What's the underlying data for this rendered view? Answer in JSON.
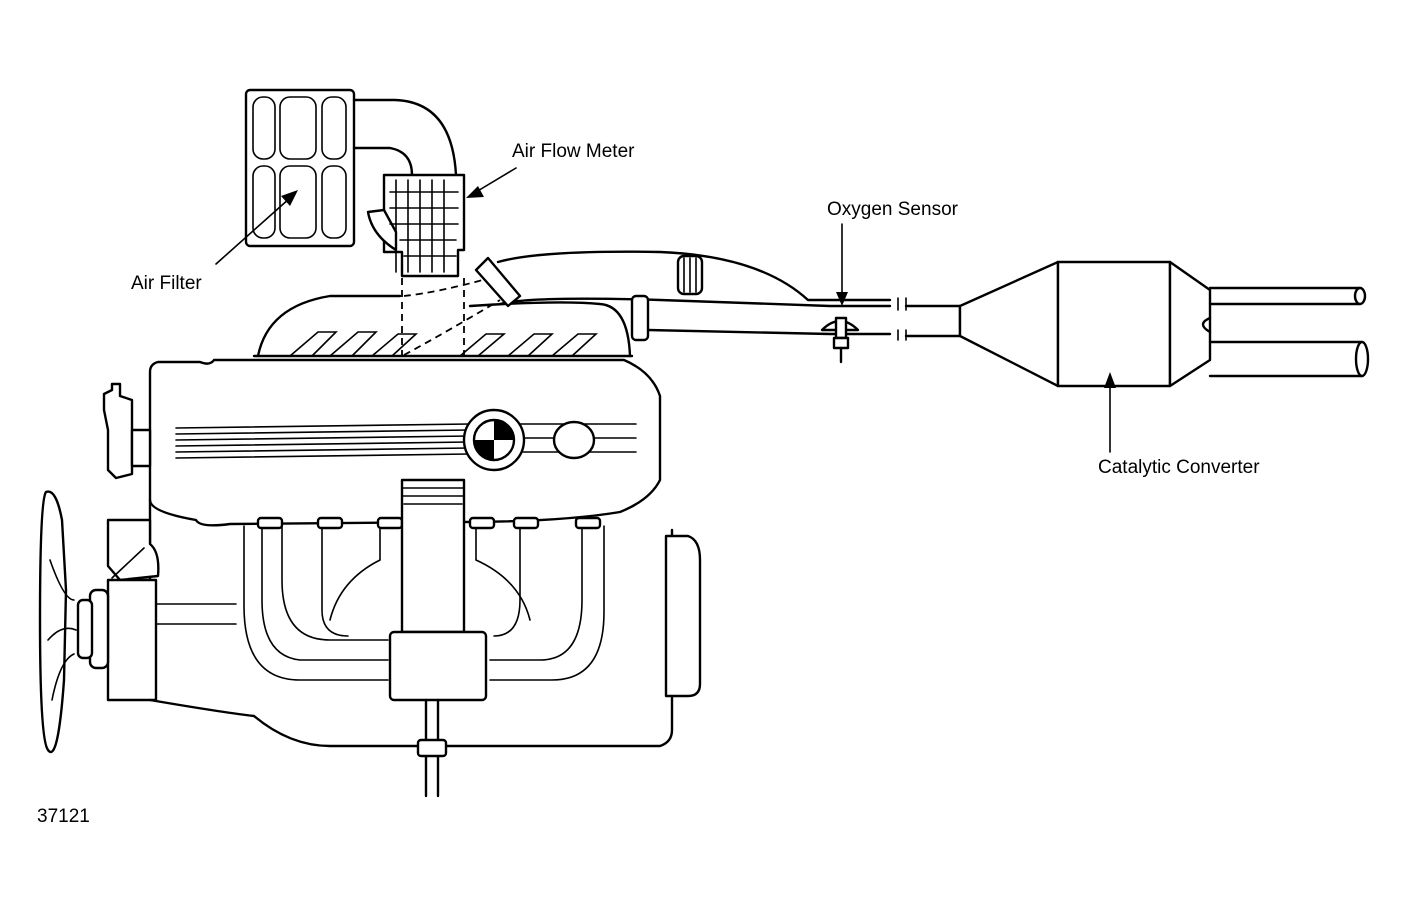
{
  "labels": {
    "air_filter": "Air Filter",
    "air_flow_meter": "Air Flow Meter",
    "oxygen_sensor": "Oxygen Sensor",
    "catalytic_converter": "Catalytic Converter",
    "figure_number": "37121"
  },
  "colors": {
    "ink": "#000000",
    "paper": "#ffffff"
  }
}
